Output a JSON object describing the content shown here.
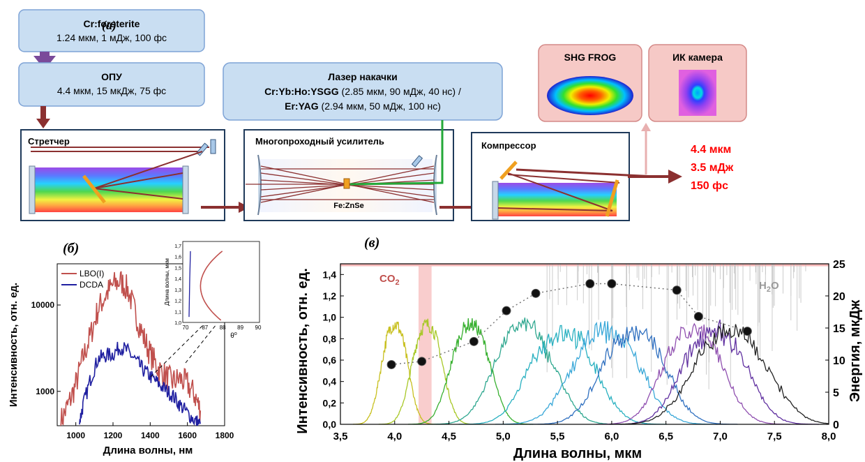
{
  "panel_labels": {
    "a": "(а)",
    "b": "(б)",
    "c": "(в)"
  },
  "boxes": {
    "source": {
      "title": "Cr:forsterite",
      "params": "1.24 мкм, 1 мДж, 100 фс"
    },
    "opa": {
      "title": "ОПУ",
      "params": "4.4 мкм, 15 мкДж, 75 фс"
    },
    "pump": {
      "title": "Лазер накачки",
      "line1_bold": "Cr:Yb:Ho:YSGG",
      "line1_rest": " (2.85 мкм, 90 мДж, 40 нс) /",
      "line2_bold": "Er:YAG",
      "line2_rest": " (2.94 мкм, 50 мДж, 100 нс)"
    },
    "frog": {
      "title": "SHG FROG"
    },
    "camera": {
      "title": "ИК камера"
    },
    "stretcher": {
      "title": "Стретчер"
    },
    "amplifier": {
      "title": "Многопроходный усилитель",
      "crystal": "Fe:ZnSe"
    },
    "compressor": {
      "title": "Компрессор"
    }
  },
  "output": {
    "wavelength": "4.4 мкм",
    "energy": "3.5 мДж",
    "duration": "150 фс"
  },
  "colors": {
    "box_fill": "#c9def2",
    "box_stroke": "#7ea3d6",
    "diag_fill": "#f6c9c6",
    "diag_stroke": "#d48a88",
    "arrow_red": "#8b3030",
    "arrow_purple": "#7a4a9a",
    "pump_green": "#23a838",
    "output_red": "#ff0000"
  },
  "chart_data": [
    {
      "type": "line",
      "panel": "(б)",
      "xlabel": "Длина волны, нм",
      "ylabel": "Интенсивность, отн. ед.",
      "xlim": [
        900,
        1800
      ],
      "ylim": [
        400,
        30000
      ],
      "yscale": "log",
      "xticks": [
        1000,
        1200,
        1400,
        1600,
        1800
      ],
      "yticks": [
        {
          "v": 1000,
          "t": "1000"
        },
        {
          "v": 10000,
          "t": "10000"
        }
      ],
      "legend": "top-left",
      "series": [
        {
          "name": "LBO(I)",
          "color": "#c0504d",
          "x": [
            920,
            960,
            1000,
            1040,
            1080,
            1120,
            1160,
            1200,
            1240,
            1280,
            1320,
            1360,
            1400,
            1440,
            1480,
            1520,
            1560,
            1600,
            1640,
            1670
          ],
          "y": [
            450,
            700,
            1200,
            2500,
            4500,
            9000,
            13000,
            17000,
            19000,
            15000,
            8000,
            4500,
            2700,
            1900,
            1500,
            1300,
            1400,
            1200,
            900,
            600
          ]
        },
        {
          "name": "DCDA",
          "color": "#1f1fa0",
          "x": [
            1020,
            1040,
            1080,
            1120,
            1160,
            1200,
            1240,
            1280,
            1320,
            1360,
            1400,
            1440,
            1480,
            1520,
            1560,
            1600,
            1640,
            1670
          ],
          "y": [
            450,
            700,
            1400,
            2400,
            2600,
            2700,
            3300,
            2900,
            2300,
            1800,
            1500,
            1250,
            1050,
            900,
            700,
            560,
            460,
            420
          ]
        }
      ],
      "inset": {
        "xlabel": "θ",
        "xlabel_sup": "o",
        "ylabel": "Длина волны, мкм",
        "xlim": [
          70,
          90
        ],
        "ylim": [
          1.0,
          1.7
        ],
        "xticks": [
          {
            "v": 70,
            "t": "70"
          },
          {
            "v": 87,
            "t": "87"
          },
          {
            "v": 88,
            "t": "88"
          },
          {
            "v": 89,
            "t": "89"
          },
          {
            "v": 90,
            "t": "90"
          }
        ],
        "yticks": [
          "1,0",
          "1,1",
          "1,2",
          "1,3",
          "1,4",
          "1,5",
          "1,6",
          "1,7"
        ]
      }
    },
    {
      "type": "line",
      "panel": "(в)",
      "xlabel": "Длина волны, мкм",
      "ylabel": "Интенсивность, отн. ед.",
      "y2label": "Энергия, мкДж",
      "xlim": [
        3.5,
        8.0
      ],
      "ylim": [
        0,
        1.5
      ],
      "y2lim": [
        0,
        25
      ],
      "xticks": [
        "3,5",
        "4,0",
        "4,5",
        "5,0",
        "5,5",
        "6,0",
        "6,5",
        "7,0",
        "7,5",
        "8,0"
      ],
      "yticks": [
        "0,0",
        "0,2",
        "0,4",
        "0,6",
        "0,8",
        "1,0",
        "1,2",
        "1,4"
      ],
      "y2ticks": [
        "0",
        "5",
        "10",
        "15",
        "20",
        "25"
      ],
      "annotations": {
        "co2": "CO",
        "co2_sub": "2",
        "h2o": "H",
        "h2o_sub": "2",
        "h2o_end": "O"
      },
      "series": [
        {
          "center": 4.0,
          "width": 0.12,
          "color": "#c8c020"
        },
        {
          "center": 4.3,
          "width": 0.14,
          "color": "#a8c828"
        },
        {
          "center": 4.7,
          "width": 0.18,
          "color": "#38b030"
        },
        {
          "center": 5.2,
          "width": 0.28,
          "color": "#30a890"
        },
        {
          "center": 5.55,
          "width": 0.3,
          "color": "#28b0c0"
        },
        {
          "center": 5.95,
          "width": 0.32,
          "color": "#3aa8d8"
        },
        {
          "center": 6.2,
          "width": 0.3,
          "color": "#3070c0"
        },
        {
          "center": 6.75,
          "width": 0.28,
          "color": "#9050b0"
        },
        {
          "center": 6.95,
          "width": 0.3,
          "color": "#6030a0"
        },
        {
          "center": 7.1,
          "width": 0.35,
          "color": "#222222"
        }
      ],
      "energy_points": {
        "x": [
          3.97,
          4.25,
          4.73,
          5.03,
          5.3,
          5.8,
          6.0,
          6.6,
          6.8,
          7.25
        ],
        "y": [
          9.3,
          9.8,
          12.9,
          17.7,
          20.4,
          21.9,
          21.9,
          20.9,
          16.8,
          14.5
        ]
      }
    }
  ]
}
